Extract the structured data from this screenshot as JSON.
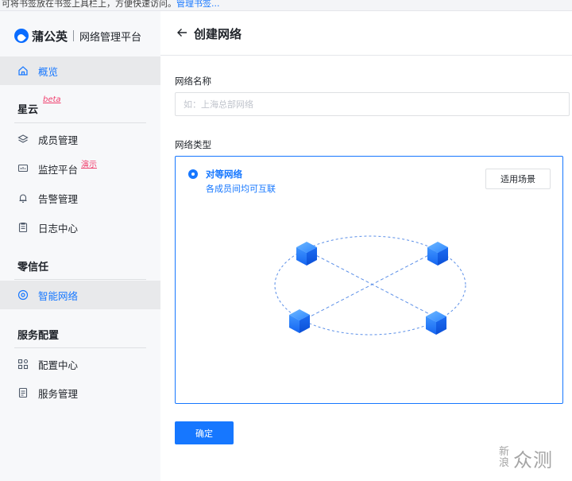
{
  "bookmark_bar": {
    "text": "可将书签放在书签上具栏上，方便快速访问。",
    "link": "管理书签..."
  },
  "sidebar": {
    "logo": {
      "brand": "蒲公英",
      "subtitle": "网络管理平台"
    },
    "overview_label": "概览",
    "sections": [
      {
        "title": "星云",
        "tag": "beta"
      },
      {
        "title": "零信任"
      },
      {
        "title": "服务配置"
      }
    ],
    "items": [
      {
        "label": "成员管理",
        "icon": "layers-icon"
      },
      {
        "label": "监控平台",
        "icon": "monitor-icon",
        "tag": "演示"
      },
      {
        "label": "告警管理",
        "icon": "bell-icon"
      },
      {
        "label": "日志中心",
        "icon": "clipboard-icon"
      },
      {
        "label": "智能网络",
        "icon": "target-icon"
      },
      {
        "label": "配置中心",
        "icon": "grid-icon"
      },
      {
        "label": "服务管理",
        "icon": "document-icon"
      }
    ]
  },
  "main": {
    "title": "创建网络",
    "name_field": {
      "label": "网络名称",
      "placeholder": "如：上海总部网络",
      "value": ""
    },
    "type_field": {
      "label": "网络类型",
      "option_title": "对等网络",
      "option_desc": "各成员间均可互联",
      "scene_button": "适用场景"
    },
    "confirm_button": "确定"
  },
  "watermark": {
    "small": "新浪",
    "big": "众测"
  },
  "colors": {
    "accent": "#1677ff",
    "sidebar_bg": "#f7f8fa",
    "tag": "#f03e6d"
  }
}
